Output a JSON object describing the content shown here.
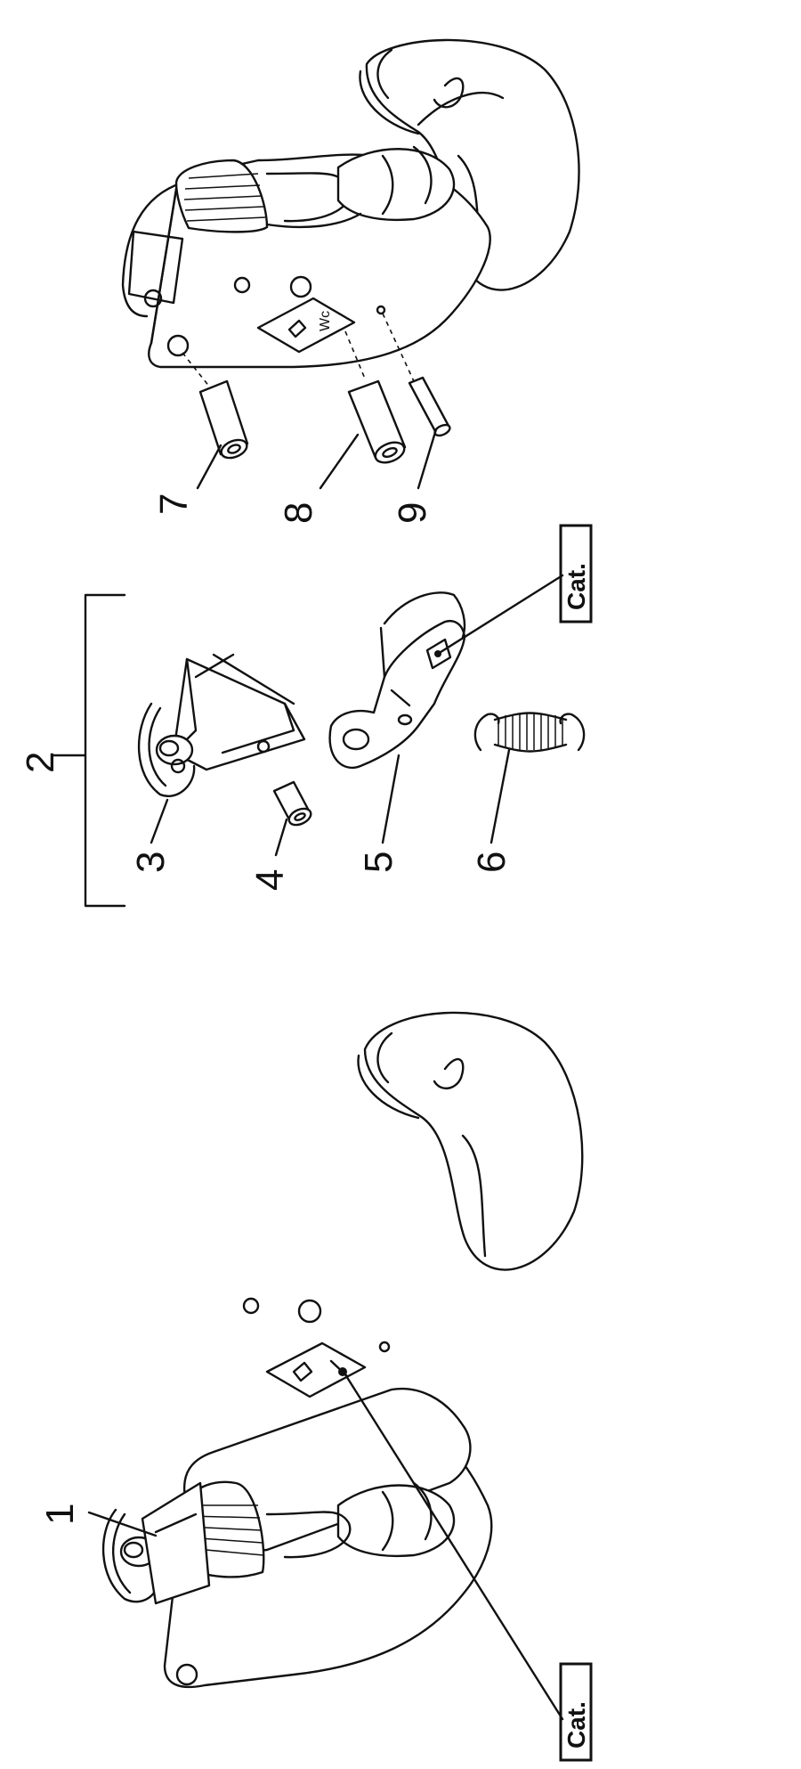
{
  "diagram": {
    "labels": {
      "p1": "1",
      "p2": "2",
      "p3": "3",
      "p4": "4",
      "p5": "5",
      "p6": "6",
      "p7": "7",
      "p8": "8",
      "p9": "9"
    },
    "cat_tag_top": "Cat.",
    "cat_tag_bottom": "Cat.",
    "decal_text": "Wc"
  }
}
